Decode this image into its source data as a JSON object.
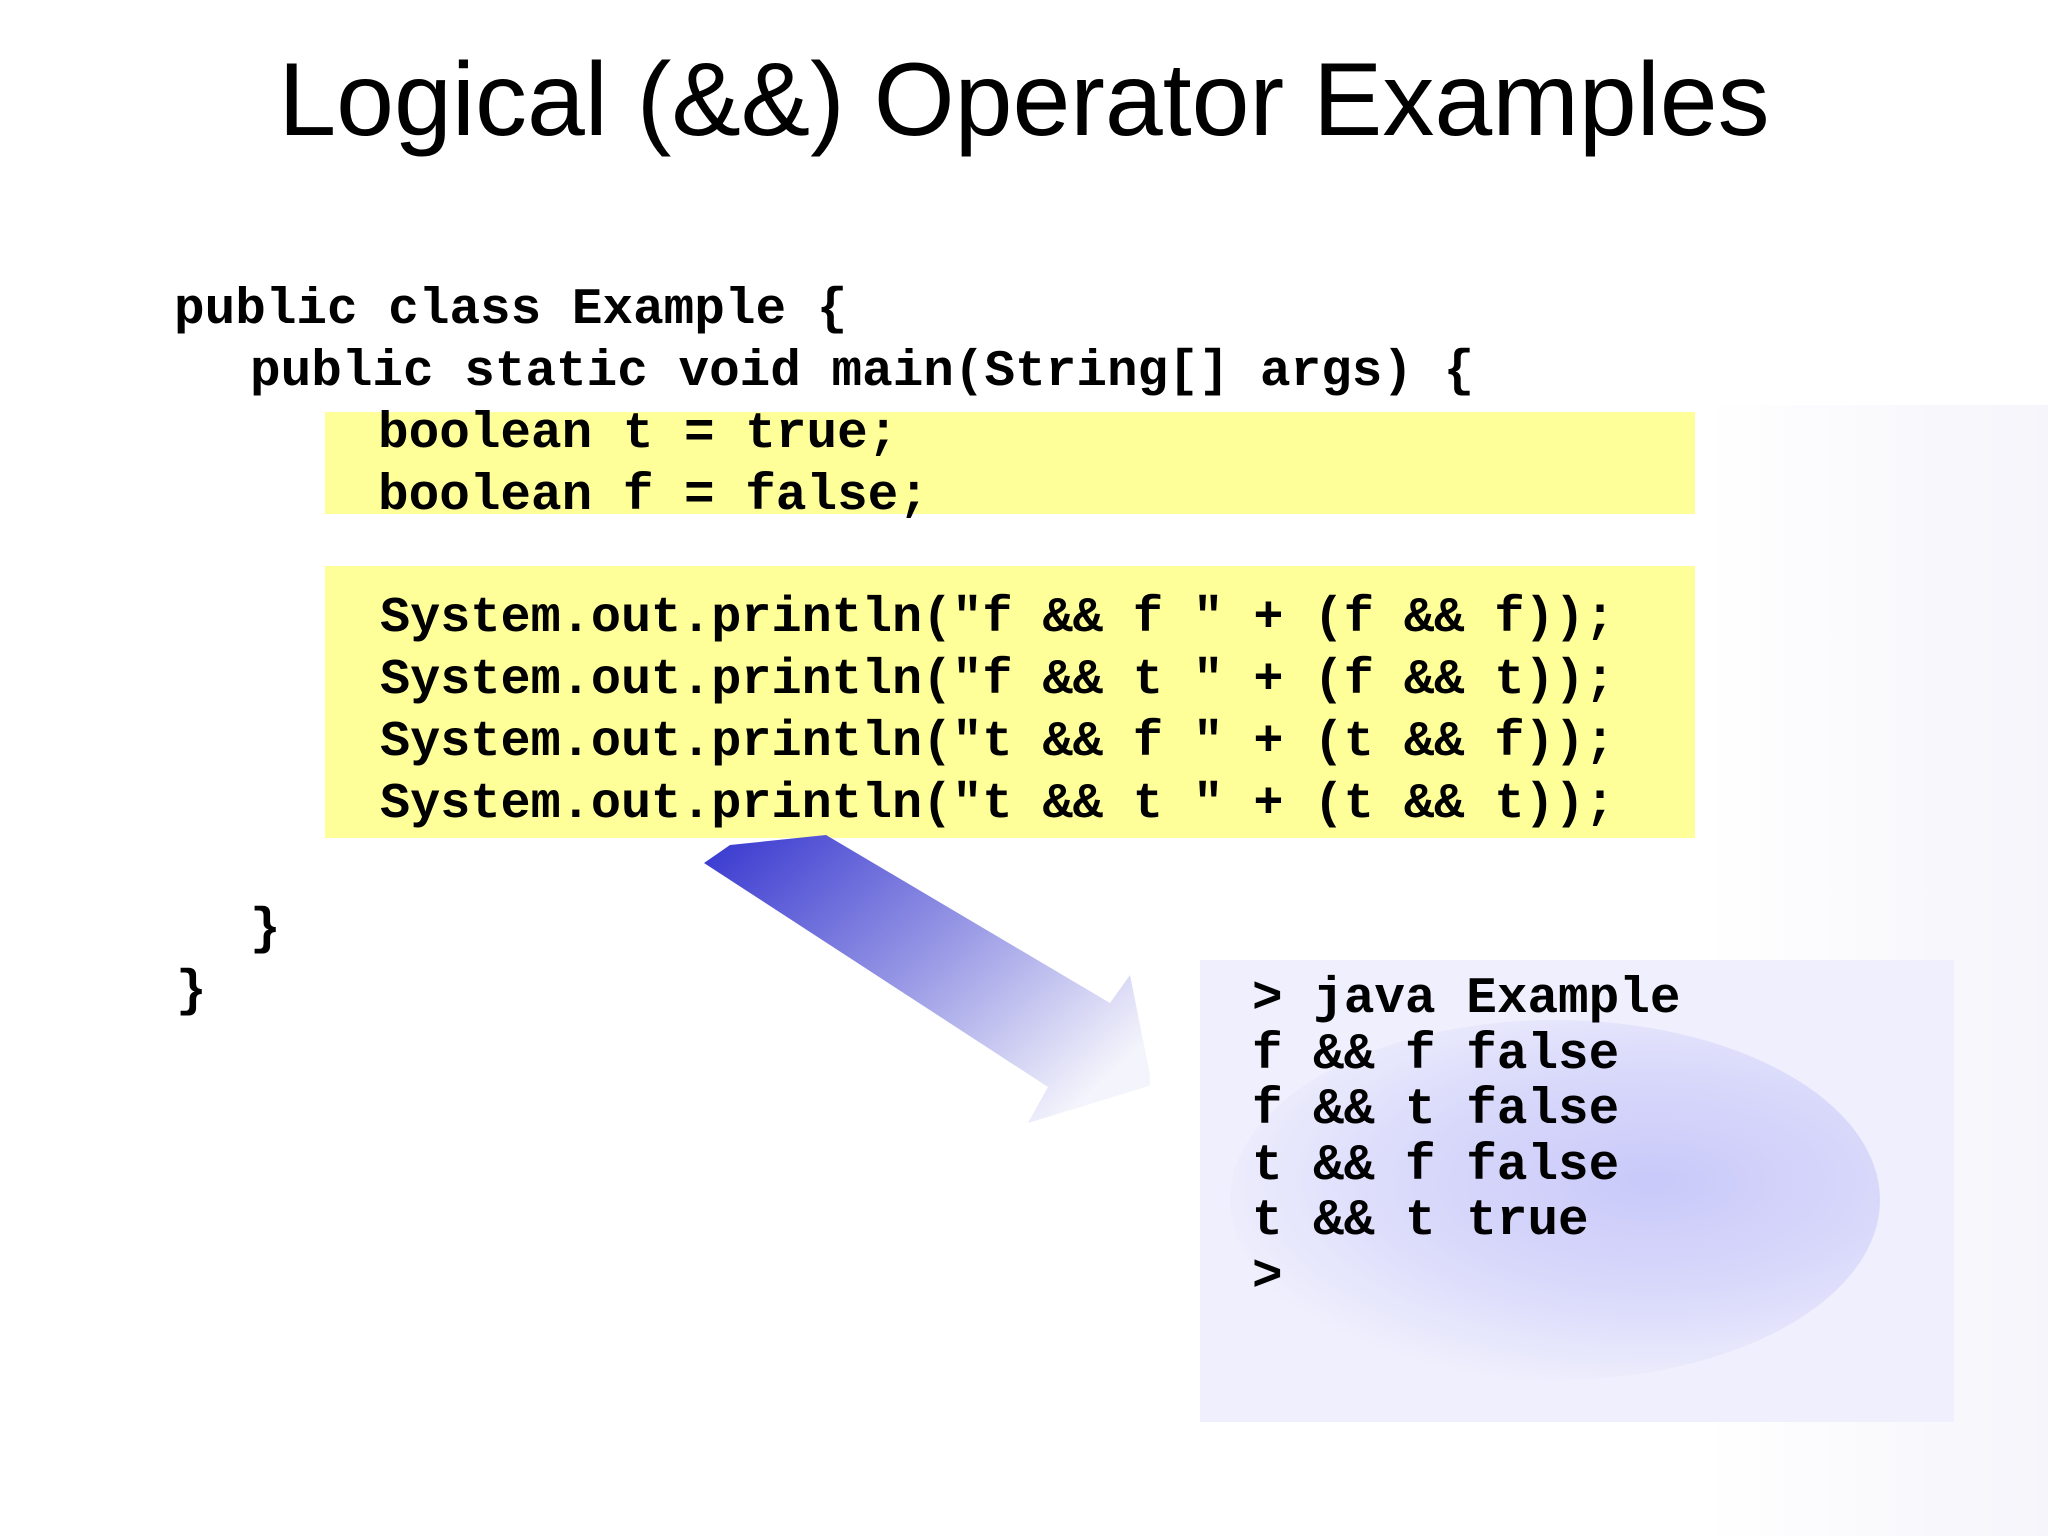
{
  "slide": {
    "title": "Logical (&&) Operator Examples"
  },
  "code": {
    "line1": "public class Example {",
    "line2": "public static void main(String[] args) {",
    "line3": "boolean t = true;",
    "line4": "boolean f = false;",
    "line5": "System.out.println(\"f && f \" + (f && f));",
    "line6": "System.out.println(\"f && t \" + (f && t));",
    "line7": "System.out.println(\"t && f \" + (t && f));",
    "line8": "System.out.println(\"t && t \" + (t && t));",
    "line9": "}",
    "line10": "}"
  },
  "console": {
    "lines": [
      "> java Example",
      "f && f false",
      "f && t false",
      "t && f false",
      "t && t true",
      ">"
    ]
  },
  "colors": {
    "highlight": "#ffff99",
    "arrow": "#3333cc",
    "console_bg": "#efeffd"
  }
}
